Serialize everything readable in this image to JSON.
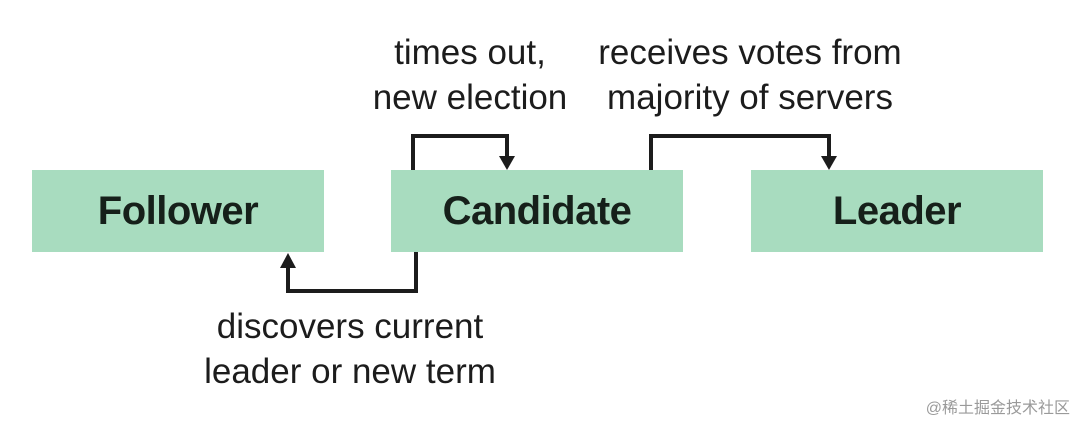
{
  "states": {
    "follower": "Follower",
    "candidate": "Candidate",
    "leader": "Leader"
  },
  "transitions": {
    "timeout_line1": "times out,",
    "timeout_line2": "new election",
    "votes_line1": "receives votes from",
    "votes_line2": "majority of servers",
    "discover_line1": "discovers current",
    "discover_line2": "leader or new term"
  },
  "watermark": "@稀土掘金技术社区",
  "colors": {
    "state_fill": "#a8dcbf",
    "arrow": "#1c1c1c"
  }
}
